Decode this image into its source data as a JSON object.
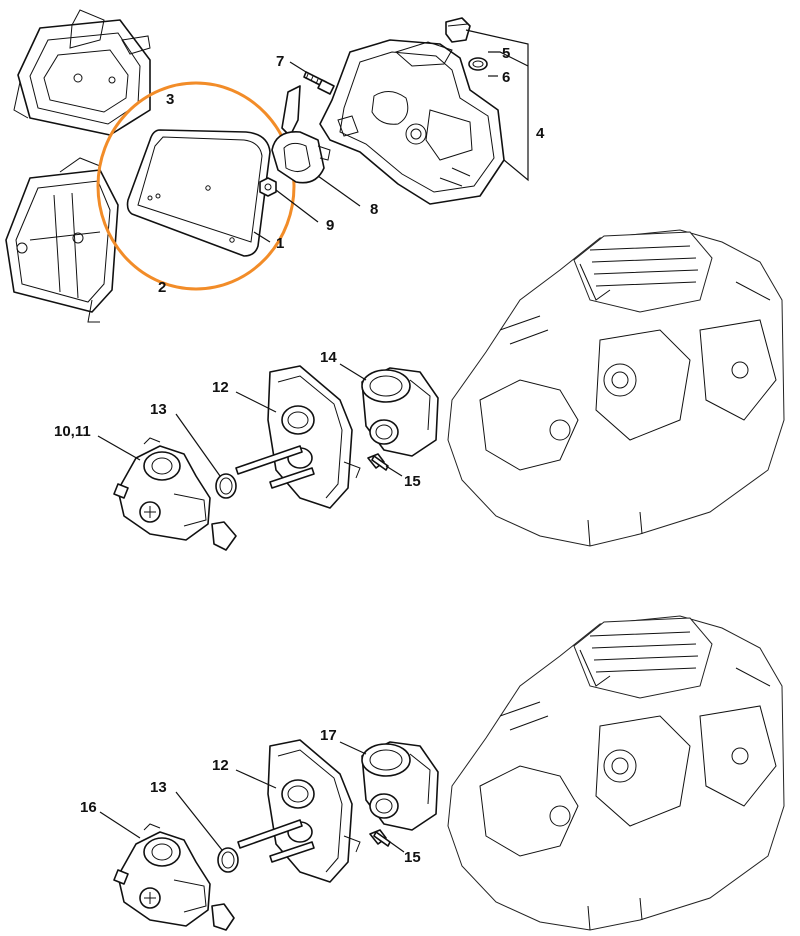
{
  "labels": {
    "l1": "1",
    "l2": "2",
    "l3": "3",
    "l4": "4",
    "l5": "5",
    "l6": "6",
    "l7": "7",
    "l8": "8",
    "l9": "9",
    "l10_11": "10,11",
    "l12_top": "12",
    "l13_top": "13",
    "l14": "14",
    "l15_top": "15",
    "l16": "16",
    "l12_bot": "12",
    "l13_bot": "13",
    "l17": "17",
    "l15_bot": "15"
  },
  "colors": {
    "highlight": "#F28C28",
    "line": "#111111",
    "background": "#FFFFFF"
  }
}
